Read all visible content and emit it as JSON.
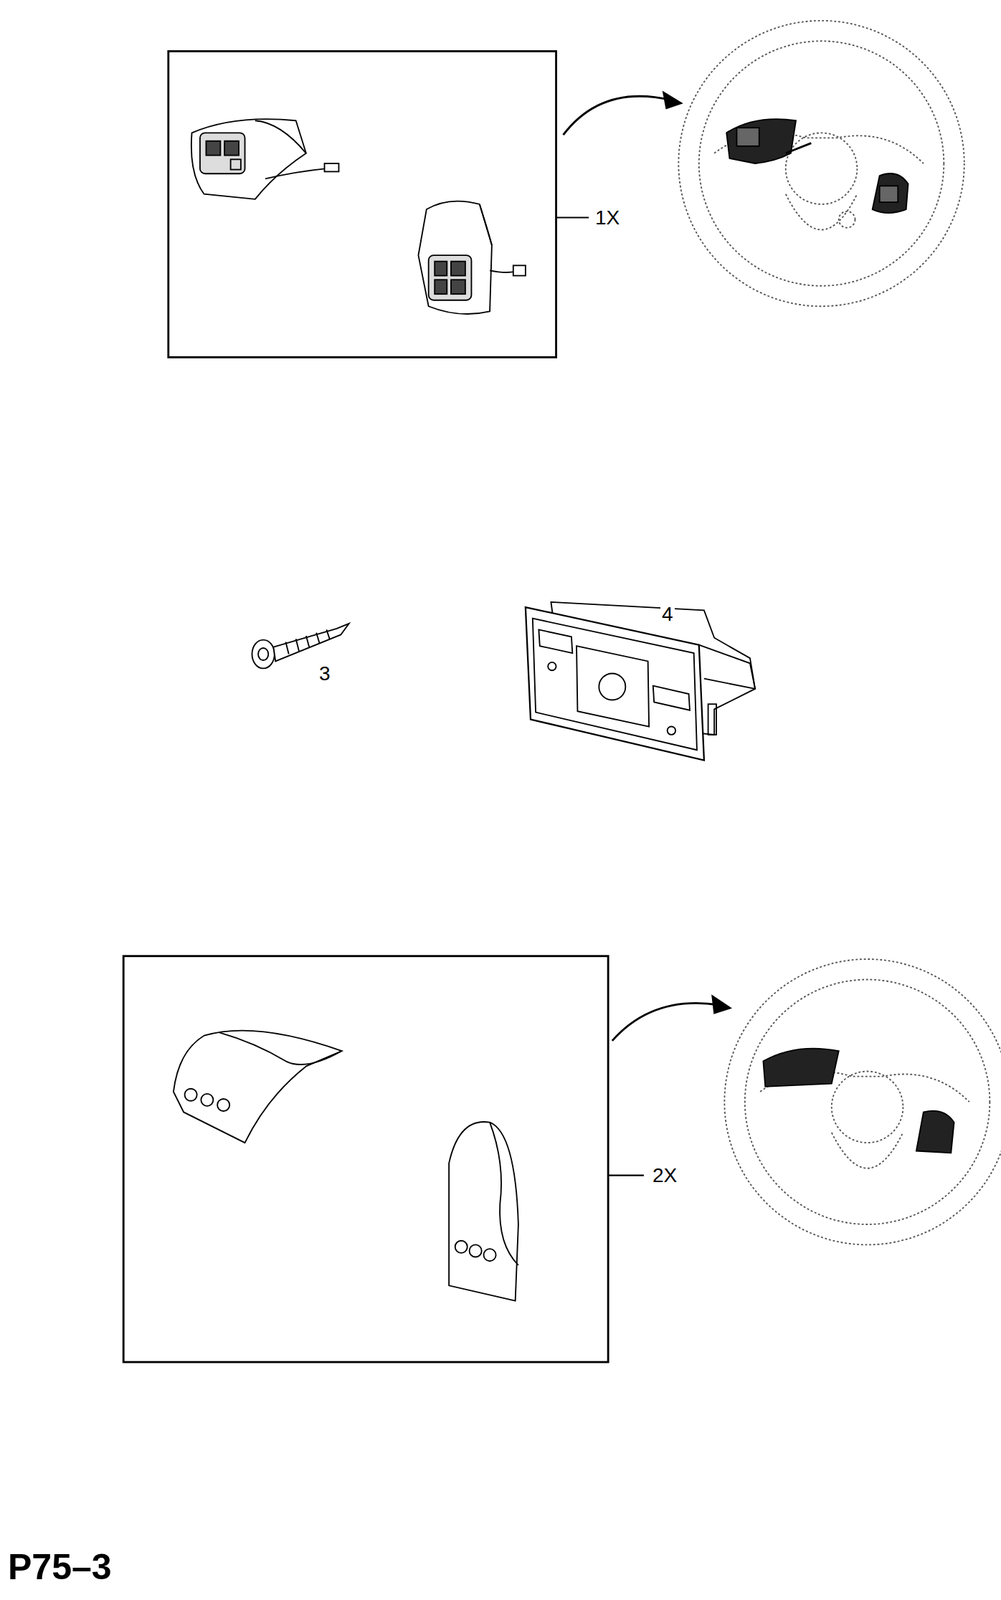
{
  "diagram": {
    "labels": [
      "1X",
      "3",
      "4",
      "2X",
      "P75–3"
    ]
  }
}
